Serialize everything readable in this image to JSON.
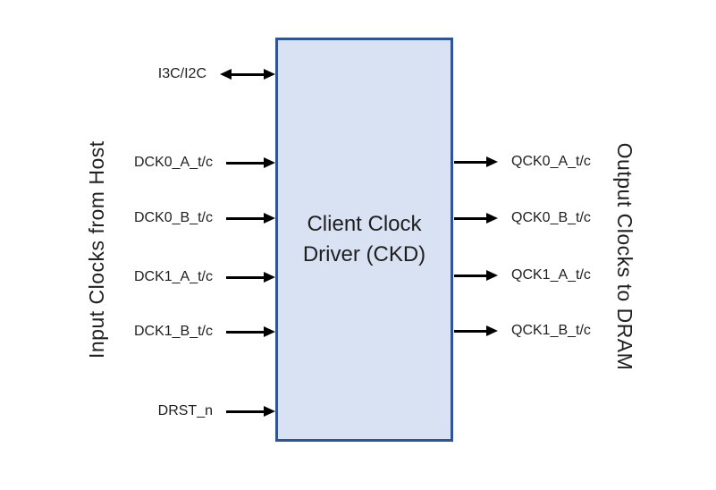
{
  "diagram": {
    "block": {
      "title": "Client Clock Driver (CKD)"
    },
    "left_rail": {
      "title": "Input Clocks from Host"
    },
    "right_rail": {
      "title": "Output Clocks to DRAM"
    },
    "inputs": [
      {
        "label": "I3C/I2C",
        "direction": "bidirectional"
      },
      {
        "label": "DCK0_A_t/c",
        "direction": "in"
      },
      {
        "label": "DCK0_B_t/c",
        "direction": "in"
      },
      {
        "label": "DCK1_A_t/c",
        "direction": "in"
      },
      {
        "label": "DCK1_B_t/c",
        "direction": "in"
      },
      {
        "label": "DRST_n",
        "direction": "in"
      }
    ],
    "outputs": [
      {
        "label": "QCK0_A_t/c",
        "direction": "out"
      },
      {
        "label": "QCK0_B_t/c",
        "direction": "out"
      },
      {
        "label": "QCK1_A_t/c",
        "direction": "out"
      },
      {
        "label": "QCK1_B_t/c",
        "direction": "out"
      }
    ],
    "colors": {
      "block_fill": "#d9e2f3",
      "block_border": "#2f5597",
      "arrow": "#000000",
      "text": "#1f1f1f"
    }
  }
}
